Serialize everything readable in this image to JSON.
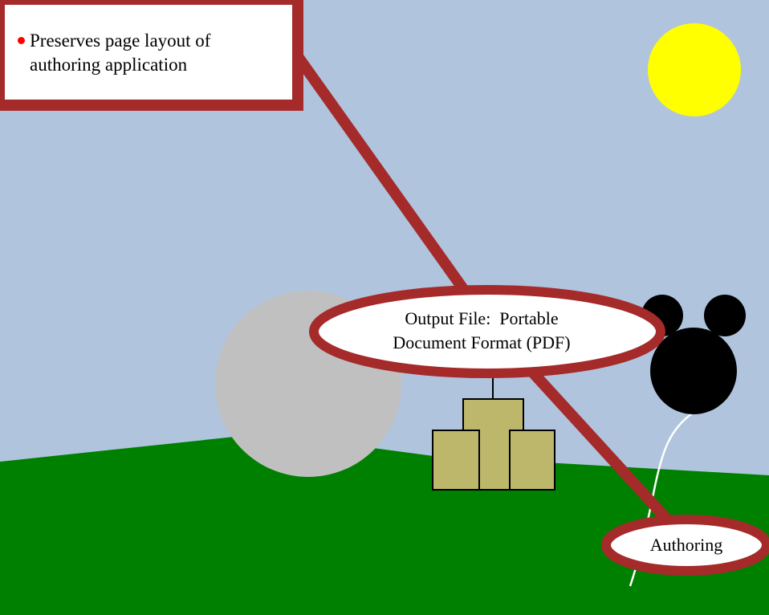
{
  "colors": {
    "sky": "#b0c4de",
    "ground": "#008000",
    "sun": "#ffff00",
    "accent": "#a52a2a",
    "bullet": "#ff0000",
    "boulder": "#c0c0c0",
    "boxes": "#bdb76b",
    "balloon": "#000000",
    "balloon_string": "#ffffff"
  },
  "callout": {
    "bullet_icon": "bullet-dot",
    "text": "Preserves page layout of authoring application"
  },
  "nodes": {
    "output": "Output File:  Portable\nDocument Format (PDF)",
    "authoring": "Authoring"
  }
}
